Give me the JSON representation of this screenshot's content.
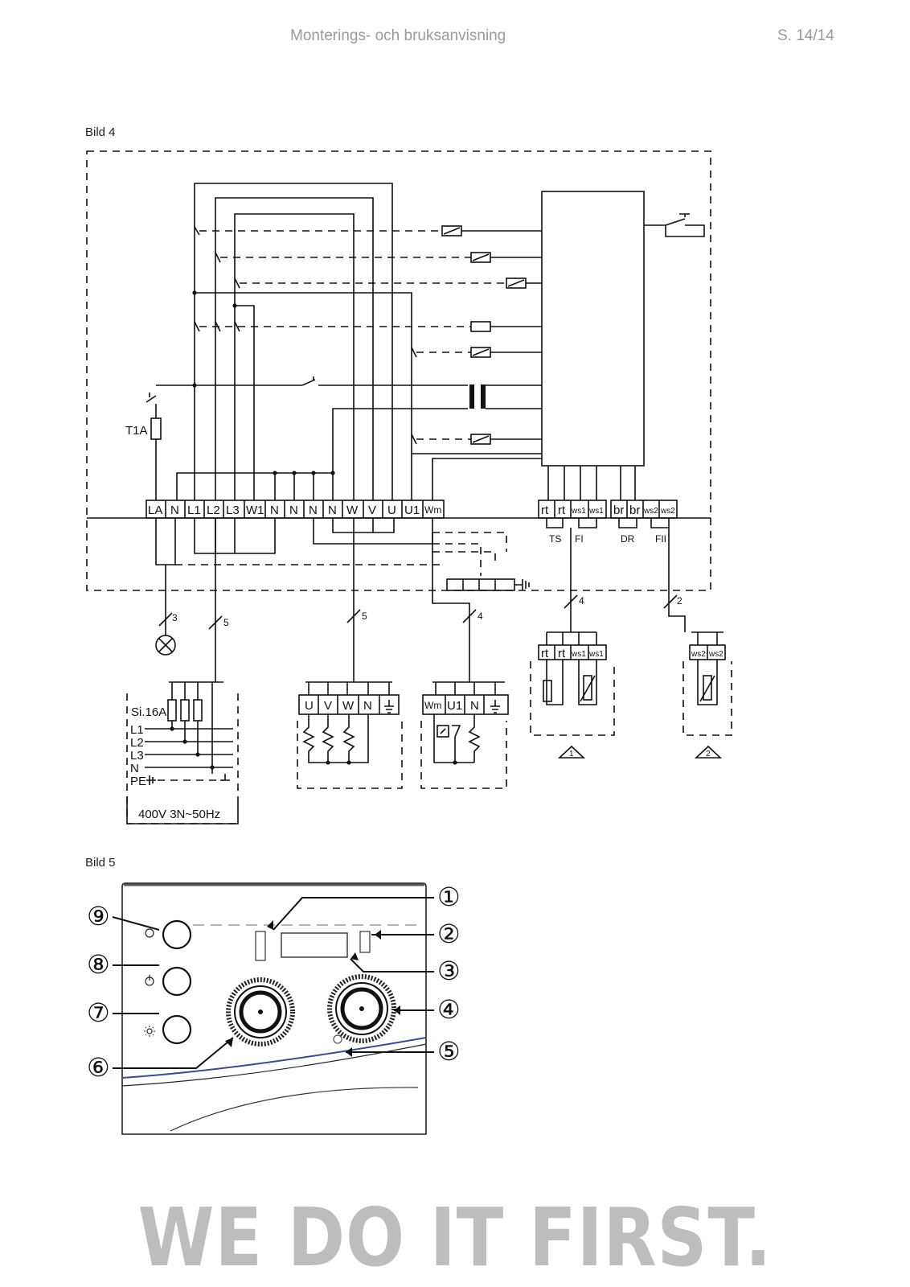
{
  "header": {
    "title": "Monterings- och bruksanvisning",
    "page": "S. 14/14"
  },
  "figure4": {
    "label": "Bild 4",
    "fuse_label": "T1A",
    "main_terminals": [
      "LA",
      "N",
      "L1",
      "L2",
      "L3",
      "W1",
      "N",
      "N",
      "N",
      "N",
      "W",
      "V",
      "U",
      "U1",
      "Wm"
    ],
    "sensor_terminals": [
      "rt",
      "rt",
      "ws1",
      "ws1",
      "br",
      "br",
      "ws2",
      "ws2"
    ],
    "sensor_group_labels": [
      "TS",
      "FI",
      "DR",
      "FII"
    ],
    "wire_counts": [
      "3",
      "5",
      "5",
      "4",
      "4",
      "2"
    ],
    "supply_labels": [
      "Si.16A",
      "L1",
      "L2",
      "L3",
      "N",
      "PE"
    ],
    "supply_rating": "400V 3N~50Hz",
    "motor_terminals": [
      "U",
      "V",
      "W",
      "N"
    ],
    "valve_terminals": [
      "Wm",
      "U1",
      "N"
    ],
    "sensor_box1_terminals": [
      "rt",
      "rt",
      "ws1",
      "ws1"
    ],
    "sensor_box2_terminals": [
      "ws2",
      "ws2"
    ],
    "sensor_box_numbers": [
      "1",
      "2"
    ]
  },
  "figure5": {
    "label": "Bild 5",
    "callouts": [
      "①",
      "②",
      "③",
      "④",
      "⑤",
      "⑥",
      "⑦",
      "⑧",
      "⑨"
    ]
  },
  "slogan": "WE DO IT FIRST."
}
